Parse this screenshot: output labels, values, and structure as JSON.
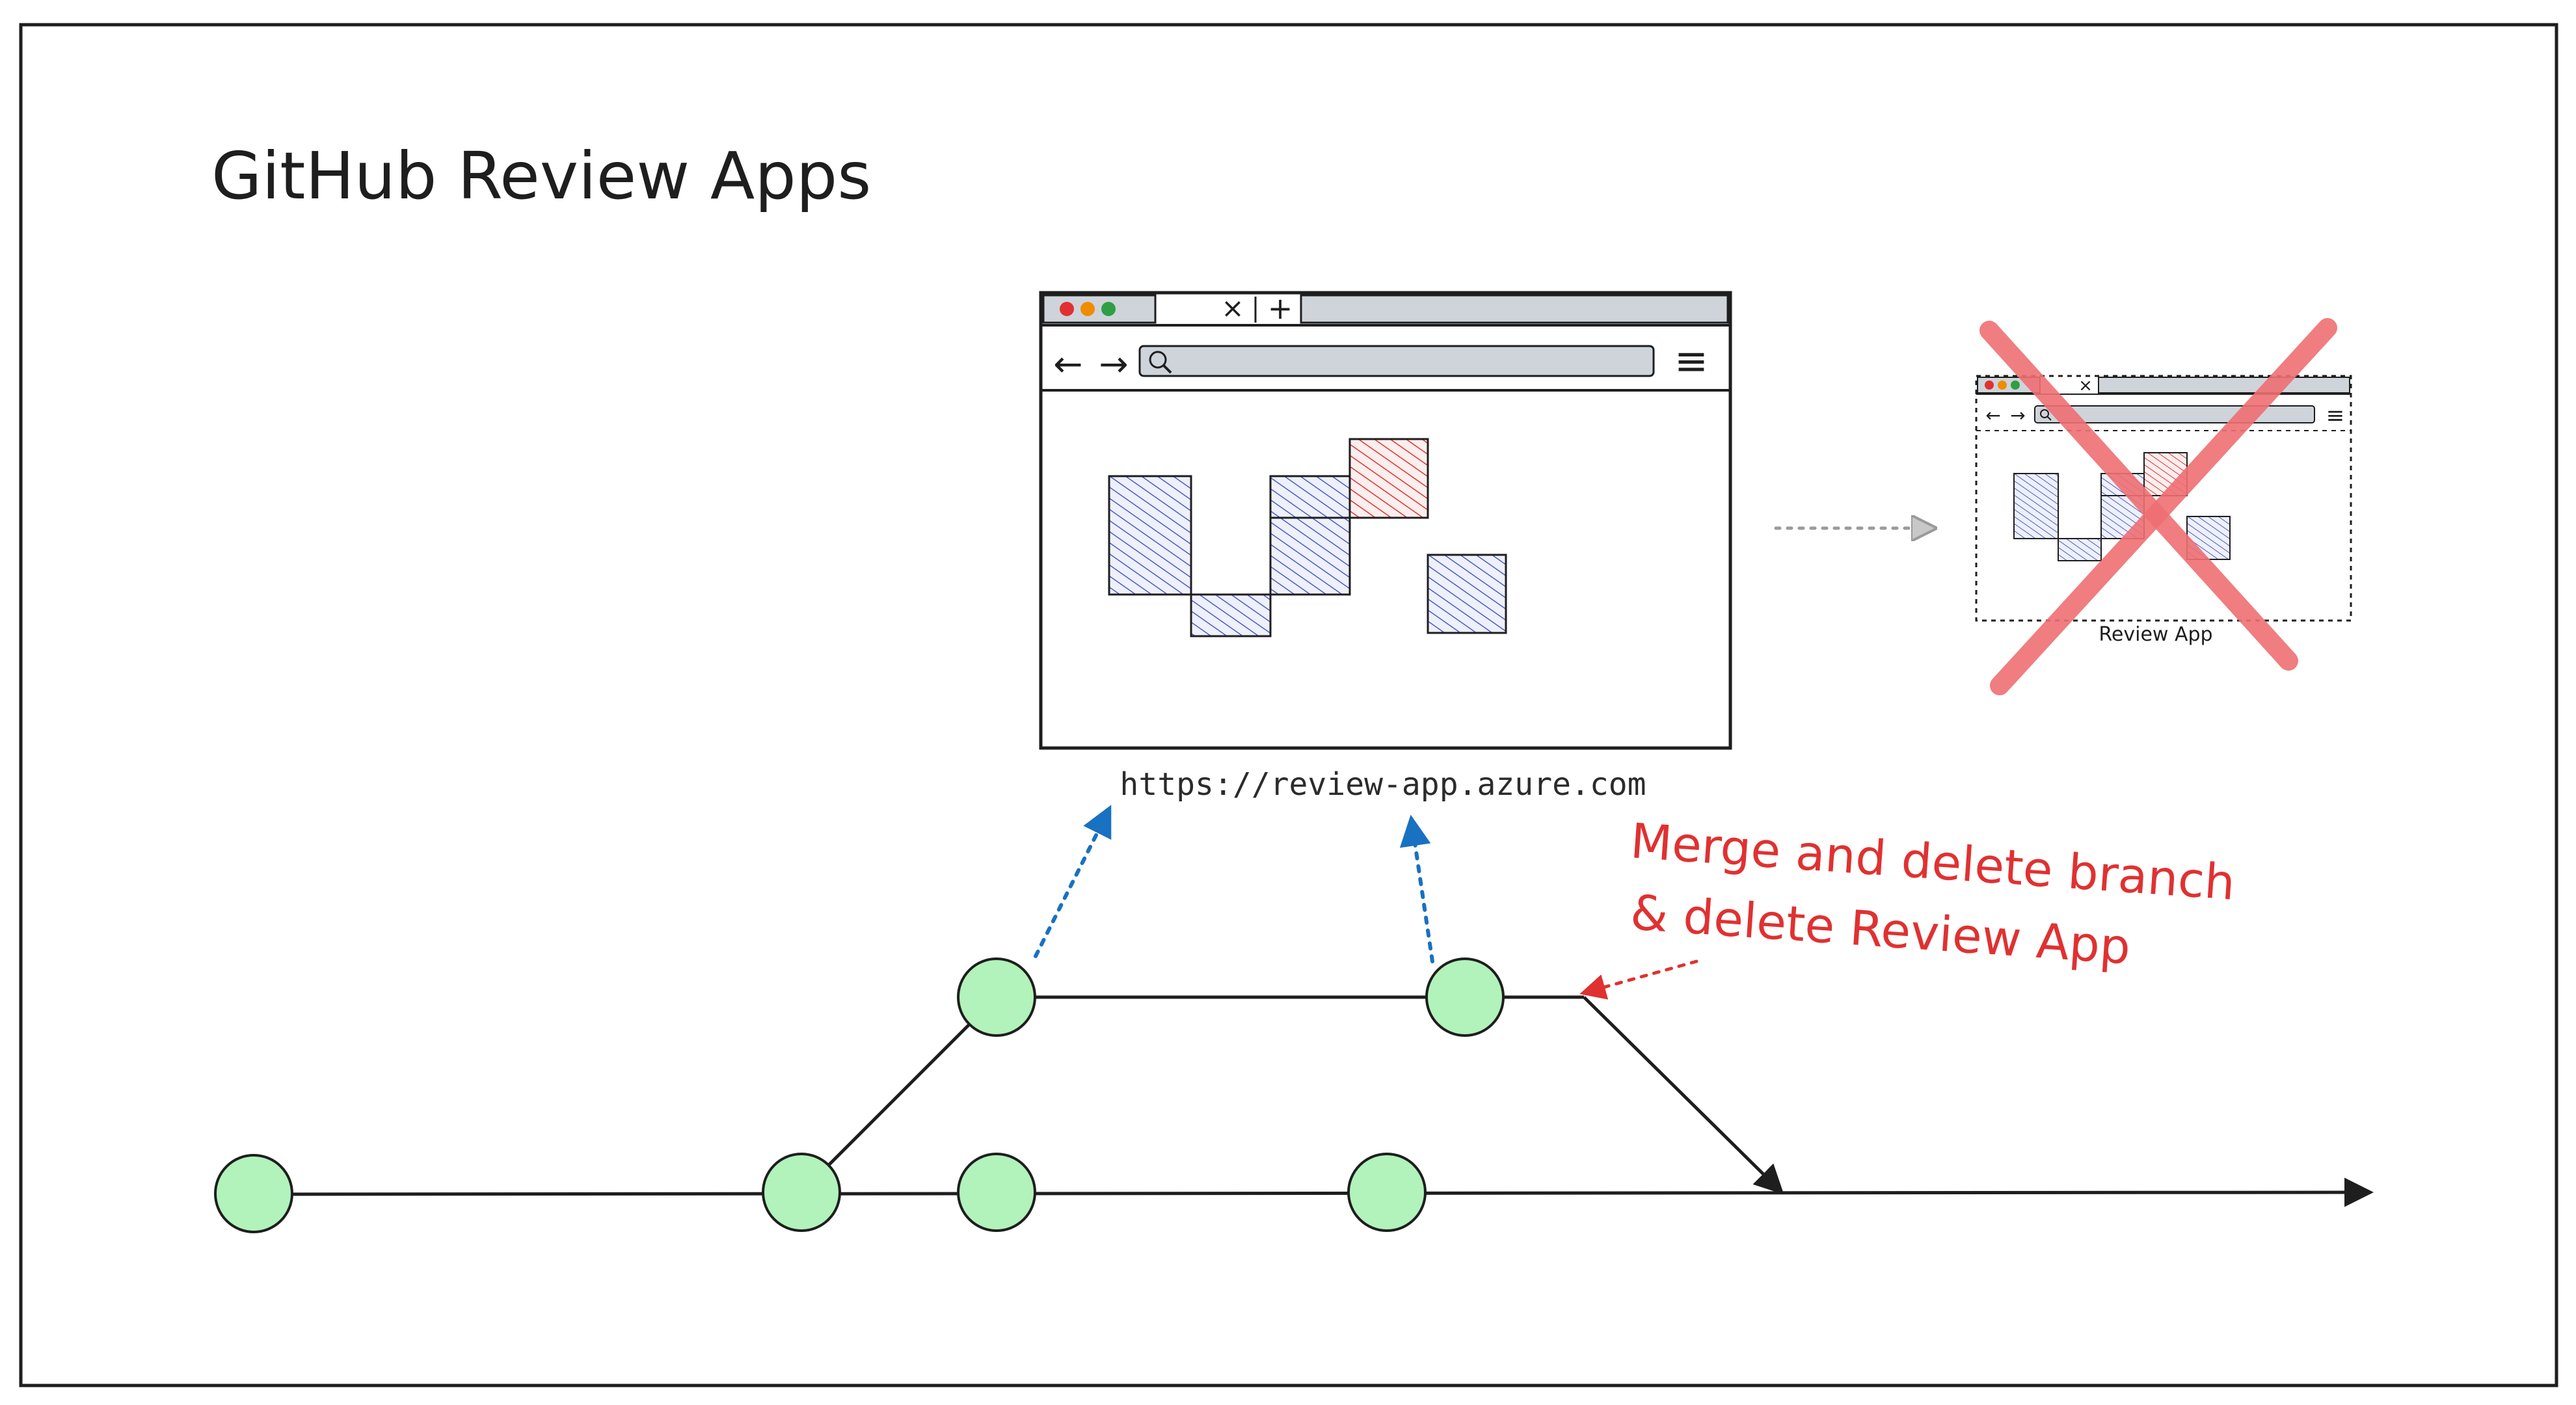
{
  "title": "GitHub Review Apps",
  "url": "https://review-app.azure.com",
  "annotation": {
    "line1": "Merge and delete branch",
    "line2": "& delete Review App"
  },
  "small_browser_label": "Review App",
  "icons": {
    "close": "×",
    "new_tab": "+",
    "back": "←",
    "forward": "→",
    "menu": "≡"
  },
  "colors": {
    "commit_fill": "#b2f2bb",
    "blue_block": "#4a5bc4",
    "red_block": "#e03131",
    "blue_arrow": "#1971c2",
    "red_text": "#e03131",
    "cross": "#ef6f73",
    "dot_red": "#e03131",
    "dot_orange": "#f08c00",
    "dot_green": "#2f9e44"
  }
}
